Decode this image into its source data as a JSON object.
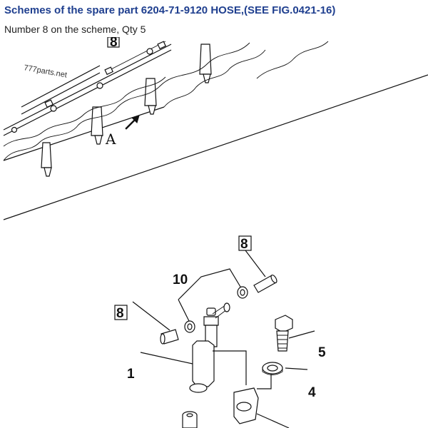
{
  "header": {
    "title": "Schemes of the spare part 6204-71-9120 HOSE,(SEE FIG.0421-16)",
    "subtitle": "Number 8 on the scheme, Qty 5"
  },
  "diagram": {
    "watermark": "777parts.net",
    "view_label": "A",
    "callouts": {
      "boxed_top": "8",
      "boxed_right": "8",
      "boxed_left": "8",
      "ten": "10",
      "one": "1",
      "five": "5",
      "four": "4"
    }
  }
}
